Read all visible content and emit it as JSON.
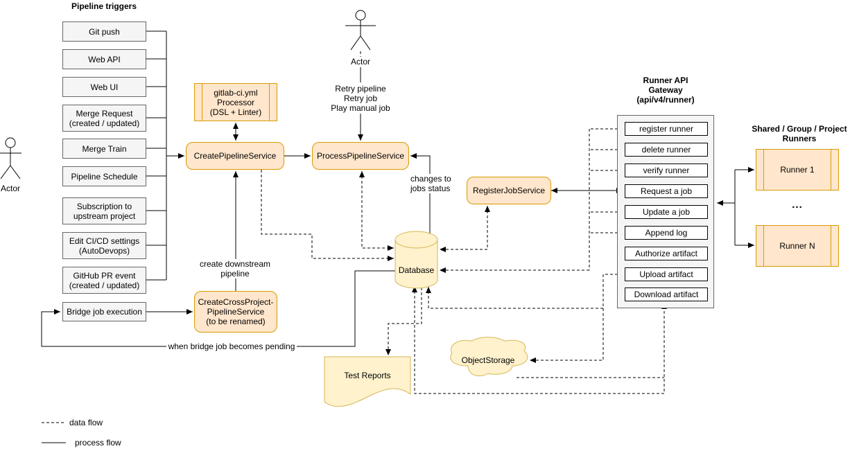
{
  "triggers": {
    "header": "Pipeline triggers",
    "items": [
      {
        "label": "Git push"
      },
      {
        "label": "Web API"
      },
      {
        "label": "Web UI"
      },
      {
        "label": "Merge Request\n(created / updated)"
      },
      {
        "label": "Merge Train"
      },
      {
        "label": "Pipeline Schedule"
      },
      {
        "label": "Subscription to\nupstream project"
      },
      {
        "label": "Edit CI/CD settings\n(AutoDevops)"
      },
      {
        "label": "GitHub PR event\n(created / updated)"
      },
      {
        "label": "Bridge job execution"
      }
    ]
  },
  "actors": {
    "left_label": "Actor",
    "top_label": "Actor"
  },
  "nodes": {
    "processor": {
      "label": "gitlab-ci.yml\nProcessor\n(DSL + Linter)"
    },
    "create_pipeline_service": {
      "label": "CreatePipelineService"
    },
    "process_pipeline_service": {
      "label": "ProcessPipelineService"
    },
    "register_job_service": {
      "label": "RegisterJobService"
    },
    "create_cross_project": {
      "label": "CreateCrossProject-\nPipelineService\n(to be renamed)"
    },
    "database": {
      "label": "Database"
    },
    "object_storage": {
      "label": "ObjectStorage"
    },
    "test_reports": {
      "label": "Test Reports"
    }
  },
  "annotations": {
    "retry_actions": "Retry pipeline\nRetry job\nPlay manual job",
    "changes_to_jobs_status": "changes to\njobs status",
    "create_downstream_pipeline": "create downstream\npipeline",
    "when_bridge_pending": "when bridge job becomes pending"
  },
  "gateway": {
    "title": "Runner API\nGateway\n(api/v4/runner)",
    "endpoints": [
      "register runner",
      "delete runner",
      "verify runner",
      "Request a job",
      "Update a job",
      "Append log",
      "Authorize artifact",
      "Upload artifact",
      "Download artifact"
    ]
  },
  "runners": {
    "title": "Shared / Group / Project\nRunners",
    "ellipsis": "...",
    "items": [
      "Runner 1",
      "Runner N"
    ]
  },
  "legend": {
    "data_flow": "data flow",
    "process_flow": "process flow"
  },
  "colors": {
    "service_fill": "#ffe6cc",
    "service_stroke": "#d79b00",
    "storage_fill": "#fff2cc",
    "storage_stroke": "#d6b656",
    "trigger_fill": "#f5f5f5",
    "trigger_stroke": "#666666",
    "line": "#000000"
  }
}
